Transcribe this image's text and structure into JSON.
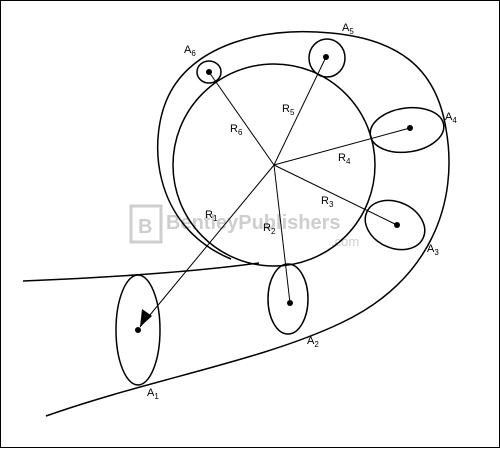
{
  "labels": {
    "A1": {
      "main": "A",
      "sub": "1"
    },
    "A2": {
      "main": "A",
      "sub": "2"
    },
    "A3": {
      "main": "A",
      "sub": "3"
    },
    "A4": {
      "main": "A",
      "sub": "4"
    },
    "A5": {
      "main": "A",
      "sub": "5"
    },
    "A6": {
      "main": "A",
      "sub": "6"
    },
    "R1": {
      "main": "R",
      "sub": "1"
    },
    "R2": {
      "main": "R",
      "sub": "2"
    },
    "R3": {
      "main": "R",
      "sub": "3"
    },
    "R4": {
      "main": "R",
      "sub": "4"
    },
    "R5": {
      "main": "R",
      "sub": "5"
    },
    "R6": {
      "main": "R",
      "sub": "6"
    }
  },
  "watermark": {
    "logo": "B",
    "name": "BentleyPublishers",
    "suffix": ".com"
  }
}
